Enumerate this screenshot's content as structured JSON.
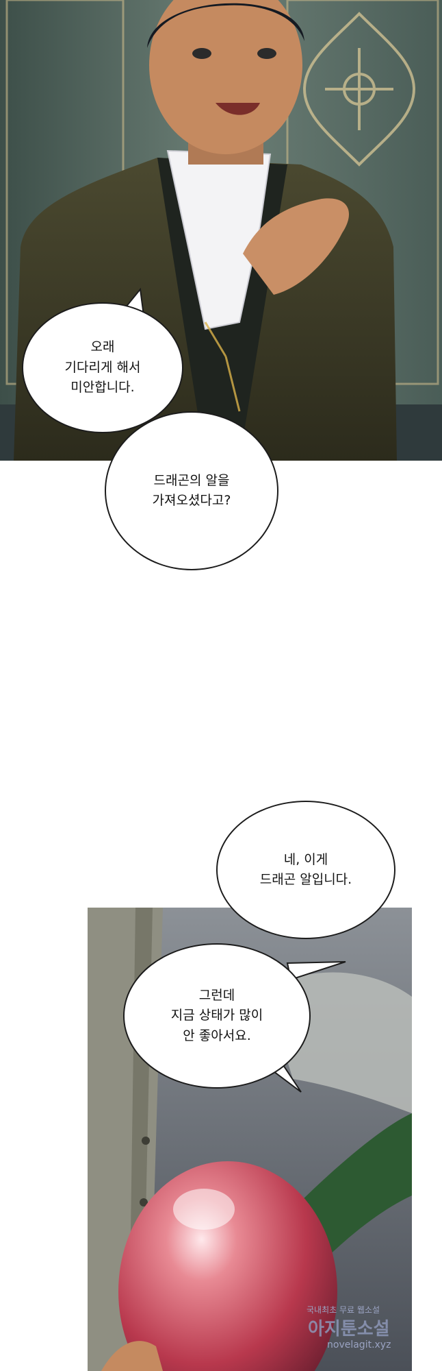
{
  "panels": [
    {
      "id": "panel-1",
      "bubbles": [
        {
          "text": "오래\n기다리게 해서\n미안합니다."
        },
        {
          "text": "드래곤의 알을\n가져오셨다고?"
        }
      ]
    },
    {
      "id": "panel-2",
      "bubbles": [
        {
          "text": "네, 이게\n드래곤 알입니다."
        },
        {
          "text": "그런데\n지금 상태가 많이\n안 좋아서요."
        }
      ]
    }
  ],
  "watermark": {
    "line1": "국내최초 무료 웹소설",
    "line2": "아지툰소설",
    "line3": "novelagit.xyz"
  },
  "colors": {
    "bubble_fill": "#ffffff",
    "bubble_outline": "#1c1c1c",
    "text": "#111111",
    "watermark": "#8d97b8"
  }
}
